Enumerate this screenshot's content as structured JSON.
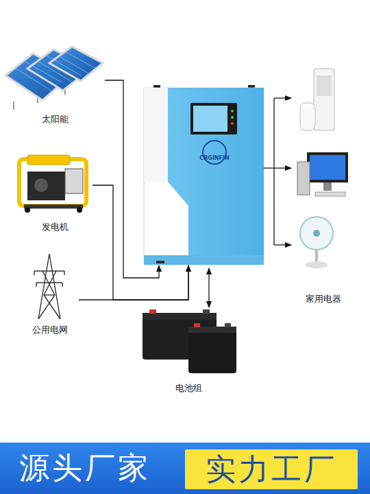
{
  "diagram": {
    "nodes": [
      {
        "text": [
          "太阳能"
        ]
      },
      {
        "text": [
          "发电机"
        ]
      },
      {
        "text": [
          "公用电网"
        ]
      },
      {
        "text": [
          "CRGINFIN"
        ]
      },
      {
        "text": [
          "家用电器"
        ]
      },
      {
        "text": [
          "电池组"
        ]
      },
      {
        "text": [
          "源头厂家"
        ]
      },
      {
        "text": [
          "实力工厂"
        ],
        "in": 6
      }
    ],
    "edges": [
      {
        "from": 0,
        "to": 3,
        "arrow": "to"
      },
      {
        "from": 1,
        "to": 3,
        "arrow": "to"
      },
      {
        "from": 2,
        "to": 3,
        "arrow": "to"
      },
      {
        "from": 3,
        "to": 5,
        "arrow": "both"
      },
      {
        "from": 3,
        "to": 4,
        "arrow": "to"
      }
    ]
  }
}
